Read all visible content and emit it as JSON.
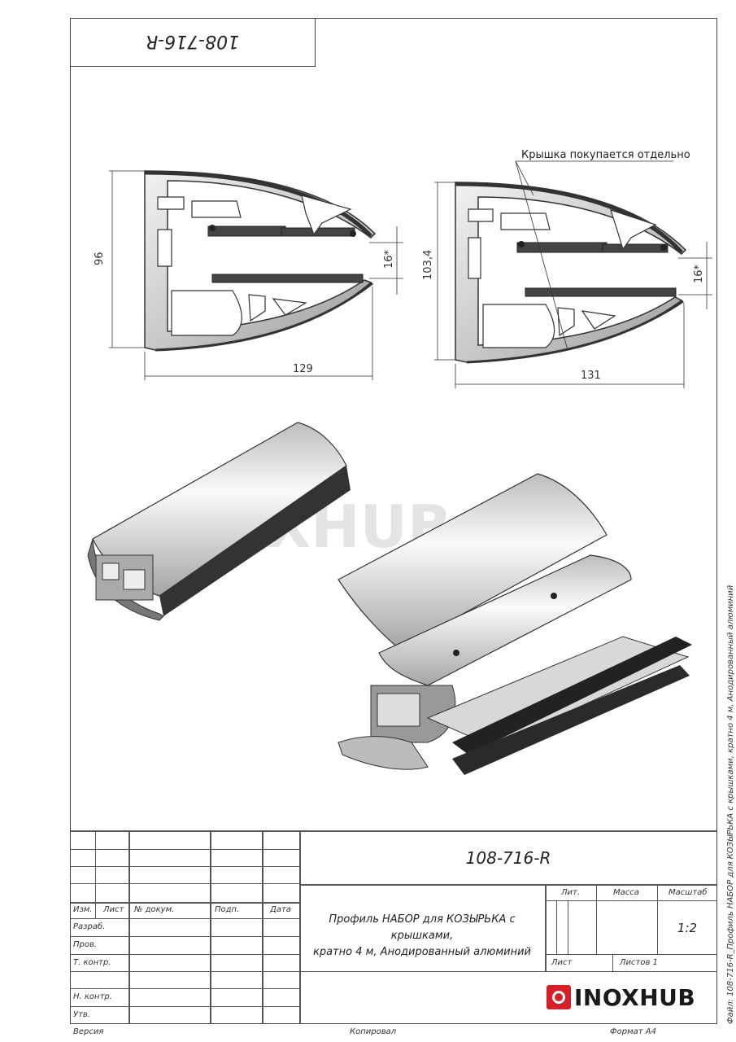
{
  "header": {
    "stamp_code": "108-716-R"
  },
  "drawing": {
    "callout": "Крышка покупается отдельно",
    "left_profile": {
      "height": "96",
      "width": "129",
      "gap": "16*"
    },
    "right_profile": {
      "height": "103,4",
      "width": "131",
      "gap": "16*"
    },
    "watermark": "INOXHUB"
  },
  "title_block": {
    "code": "108-716-R",
    "description_line1": "Профиль НАБОР для КОЗЫРЬКА с крышками,",
    "description_line2": "кратно 4 м, Анодированный алюминий",
    "col_headers": {
      "izm": "Изм.",
      "list": "Лист",
      "doc": "№ докум.",
      "sign": "Подп.",
      "date": "Дата"
    },
    "roles": [
      "Разраб.",
      "Пров.",
      "Т. контр.",
      "Н. контр.",
      "Утв."
    ],
    "lit": "Лит.",
    "mass": "Масса",
    "scale_label": "Масштаб",
    "scale_value": "1:2",
    "sheet": "Лист",
    "sheets": "Листов 1",
    "logo": "INOXHUB"
  },
  "footer": {
    "version": "Версия",
    "copied": "Копировал",
    "format": "Формат А4"
  },
  "side_note": "Файл: 108-716-R_Профиль НАБОР для КОЗЫРЬКА с крышками, кратно 4 м, Анодированный алюминий"
}
